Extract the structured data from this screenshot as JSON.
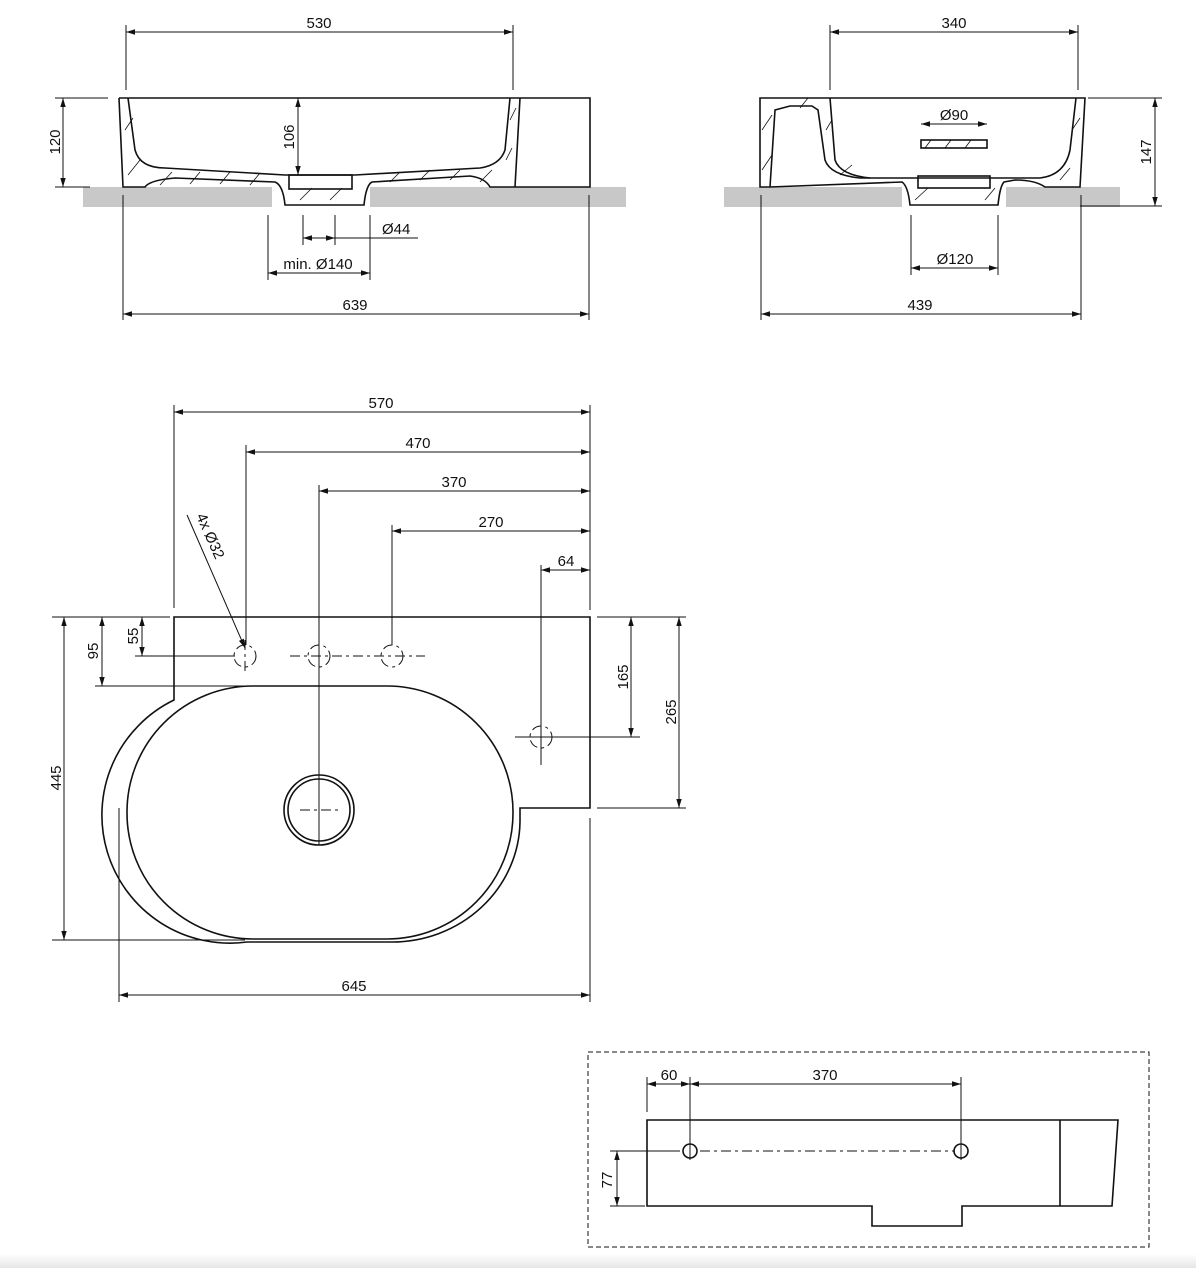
{
  "front_view": {
    "width_top": "530",
    "height": "120",
    "bowl_depth": "106",
    "drain_dia": "Ø44",
    "min_cutout": "min. Ø140",
    "width_total": "639"
  },
  "side_view": {
    "width_top": "340",
    "overflow_dia": "Ø90",
    "height": "147",
    "drain_cutout": "Ø120",
    "depth_total": "439"
  },
  "plan_view": {
    "dim_570": "570",
    "dim_470": "470",
    "dim_370": "370",
    "dim_270": "270",
    "dim_64": "64",
    "dim_95": "95",
    "dim_55": "55",
    "dim_445": "445",
    "dim_165": "165",
    "dim_265": "265",
    "dim_645": "645",
    "holes_note": "4x Ø32"
  },
  "rear_detail": {
    "dim_60": "60",
    "dim_370": "370",
    "dim_77": "77"
  },
  "colors": {
    "line": "#111111",
    "countertop": "#c8c8c8"
  }
}
